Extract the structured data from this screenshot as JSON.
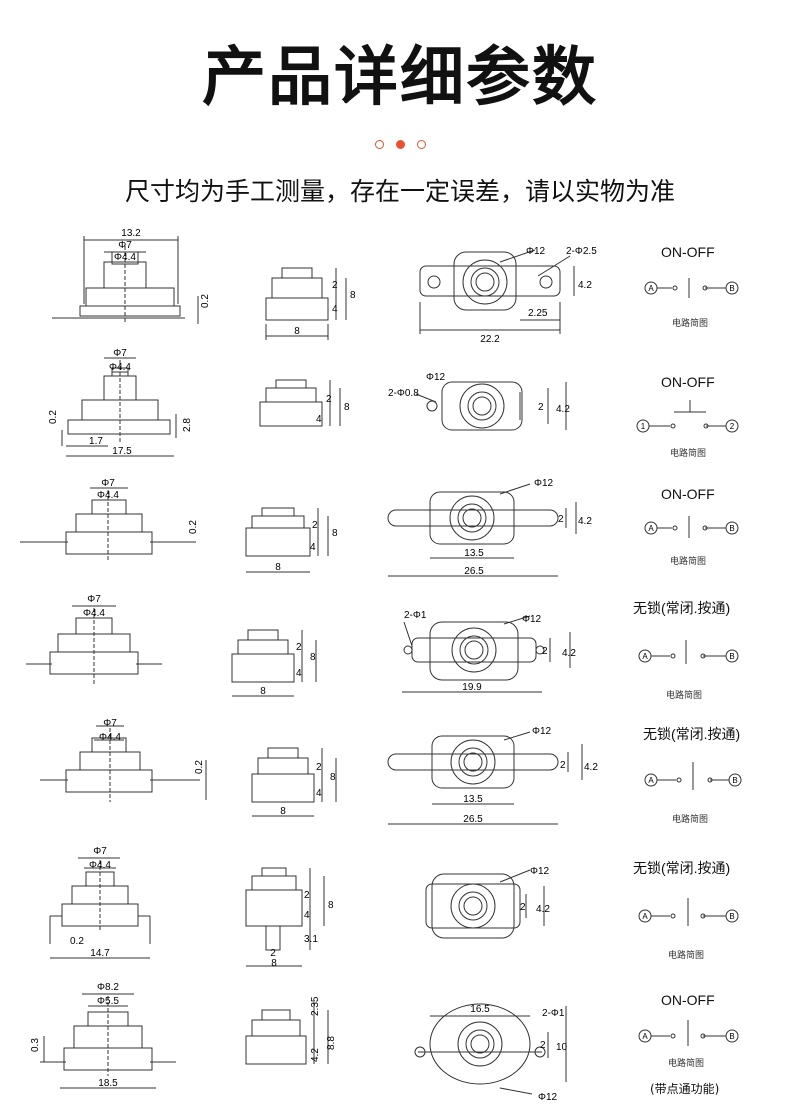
{
  "header": {
    "title": "产品详细参数",
    "subtitle": "尺寸均为手工测量，存在一定误差，请以实物为准"
  },
  "accent_color": "#e8502e",
  "rows": [
    {
      "front": {
        "width": "13.2",
        "inner": "Φ7",
        "cap": "Φ4.4",
        "right": "0.2"
      },
      "side": {
        "width": "8",
        "d1": "2",
        "d2": "8",
        "d3": "4"
      },
      "top": {
        "hole": "Φ12",
        "mount": "2-Φ2.5",
        "span": "22.2",
        "offset": "2.25",
        "height": "4.2"
      },
      "switch": {
        "title": "ON-OFF",
        "caption": "电路简图",
        "left": "A",
        "right": "B",
        "note": ""
      }
    },
    {
      "front": {
        "inner": "Φ7",
        "cap": "Φ4.4",
        "left": "0.2",
        "right": "2.8",
        "foot": "1.7",
        "width": "17.5"
      },
      "side": {
        "d1": "2",
        "d2": "8",
        "d3": "4"
      },
      "top": {
        "hole": "Φ12",
        "mount": "2-Φ0.8",
        "h1": "2",
        "h2": "4.2"
      },
      "switch": {
        "title": "ON-OFF",
        "caption": "电路简图",
        "left": "1",
        "right": "2",
        "note": ""
      }
    },
    {
      "front": {
        "inner": "Φ7",
        "cap": "Φ4.4",
        "right": "0.2"
      },
      "side": {
        "width": "8",
        "d1": "2",
        "d2": "8",
        "d3": "4"
      },
      "top": {
        "hole": "Φ12",
        "inner": "13.5",
        "span": "26.5",
        "h1": "2",
        "h2": "4.2"
      },
      "switch": {
        "title": "ON-OFF",
        "caption": "电路简图",
        "left": "A",
        "right": "B",
        "note": ""
      }
    },
    {
      "front": {
        "inner": "Φ7",
        "cap": "Φ4.4"
      },
      "side": {
        "width": "8",
        "d1": "2",
        "d2": "8",
        "d3": "4"
      },
      "top": {
        "hole": "Φ12",
        "mount": "2-Φ1",
        "span": "19.9",
        "h1": "2",
        "h2": "4.2"
      },
      "switch": {
        "title": "无锁(常闭.按通)",
        "caption": "电路简图",
        "left": "A",
        "right": "B",
        "note": ""
      }
    },
    {
      "front": {
        "inner": "Φ7",
        "cap": "Φ4.4",
        "right": "0.2"
      },
      "side": {
        "width": "8",
        "d1": "2",
        "d2": "8",
        "d3": "4"
      },
      "top": {
        "hole": "Φ12",
        "inner": "13.5",
        "span": "26.5",
        "h1": "2",
        "h2": "4.2"
      },
      "switch": {
        "title": "无锁(常闭.按通)",
        "caption": "电路简图",
        "left": "A",
        "right": "B",
        "note": ""
      }
    },
    {
      "front": {
        "inner": "Φ7",
        "cap": "Φ4.4",
        "foot": "0.2",
        "width": "14.7"
      },
      "side": {
        "width": "8",
        "pin": "2",
        "d1": "2",
        "d2": "8",
        "d3": "4",
        "d4": "3.1"
      },
      "top": {
        "hole": "Φ12",
        "h1": "2",
        "h2": "4.2"
      },
      "switch": {
        "title": "无锁(常闭.按通)",
        "caption": "电路简图",
        "left": "A",
        "right": "B",
        "note": ""
      }
    },
    {
      "front": {
        "inner": "Φ8.2",
        "cap": "Φ5.5",
        "left": "0.3",
        "width": "18.5"
      },
      "side": {
        "d1": "2.35",
        "d2": "8.8",
        "d3": "4.2"
      },
      "top": {
        "hole": "Φ12",
        "mount": "2-Φ1",
        "width": "16.5",
        "h1": "2",
        "h2": "10"
      },
      "switch": {
        "title": "ON-OFF",
        "caption": "电路简图",
        "left": "A",
        "right": "B",
        "note": "(带点通功能)"
      }
    }
  ]
}
